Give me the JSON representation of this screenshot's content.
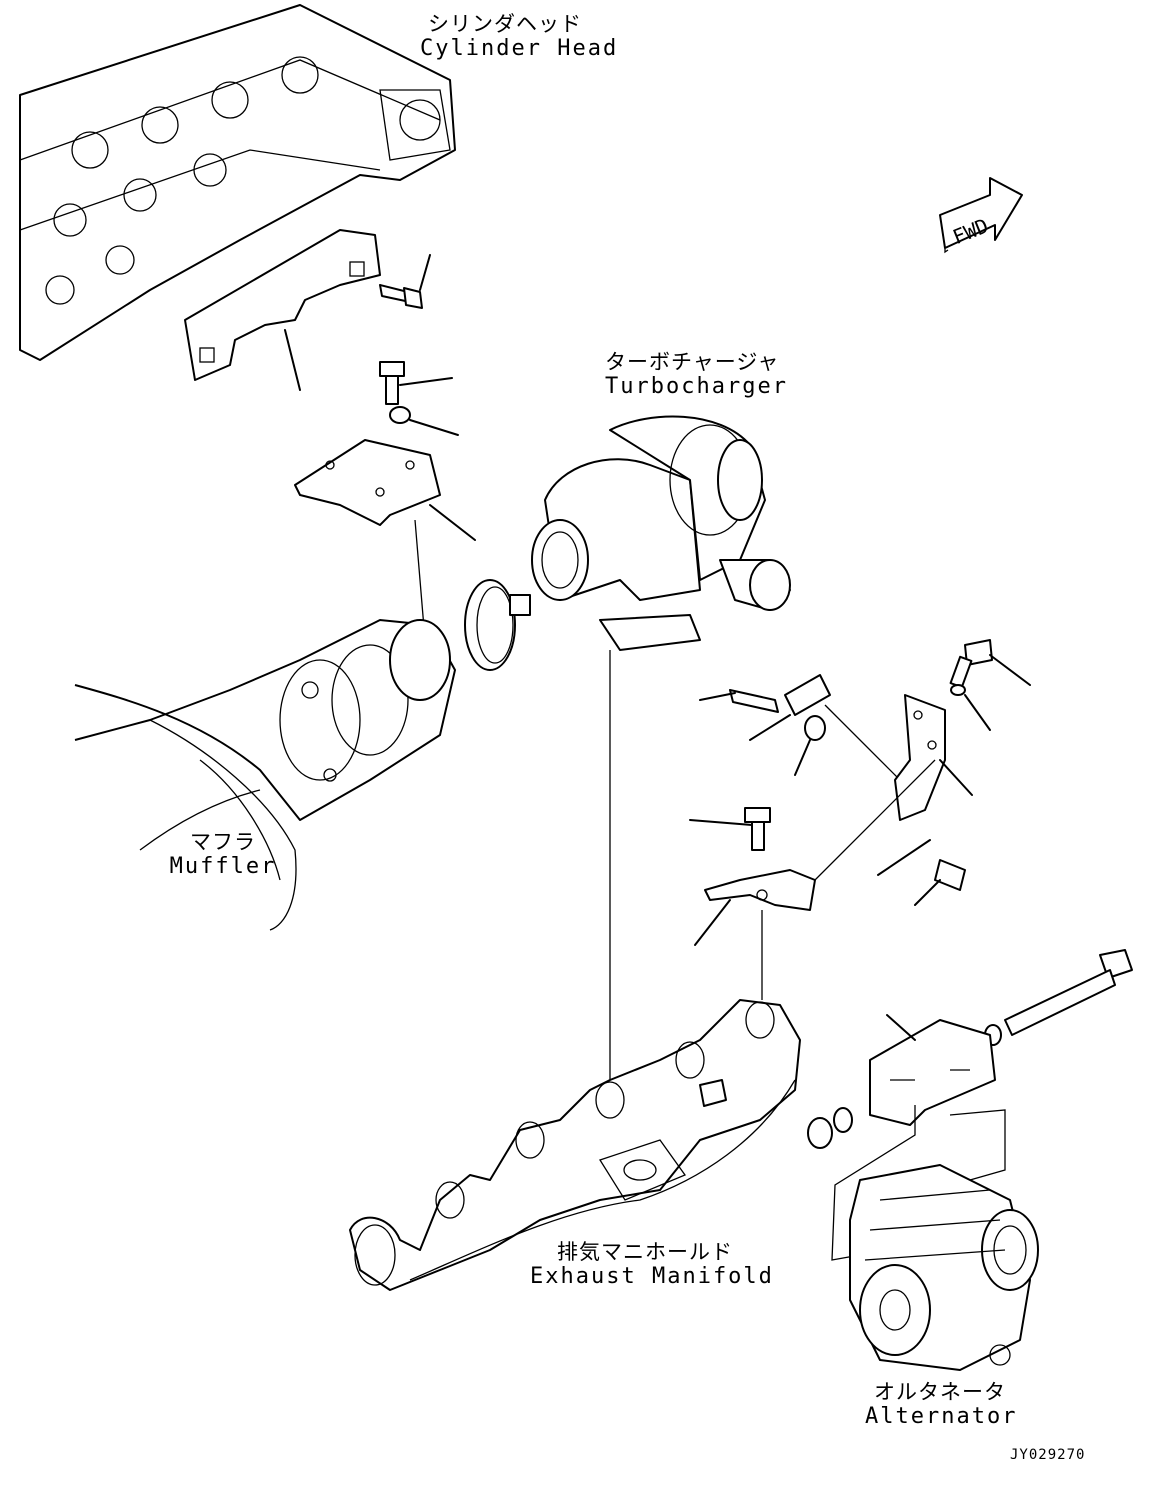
{
  "labels": {
    "cylinder_head": {
      "jp": "シリンダヘッド",
      "en": "Cylinder Head"
    },
    "turbocharger": {
      "jp": "ターボチャージャ",
      "en": "Turbocharger"
    },
    "muffler": {
      "jp": "マフラ",
      "en": "Muffler"
    },
    "exhaust_manifold": {
      "jp": "排気マニホールド",
      "en": "Exhaust Manifold"
    },
    "alternator": {
      "jp": "オルタネータ",
      "en": "Alternator"
    }
  },
  "fwd_label": "FWD",
  "drawing_code": "JY029270"
}
